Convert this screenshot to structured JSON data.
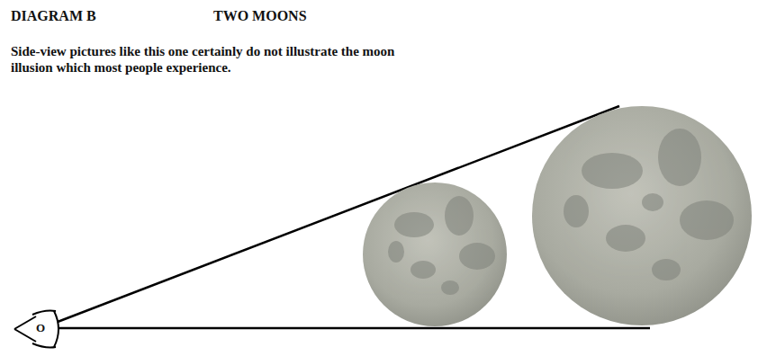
{
  "diagram": {
    "title": "DIAGRAM B",
    "caption": "Side-view pictures like this one certainly do not illustrate the moon illusion which most people experience.",
    "labels": [
      "TWO MOONS",
      "O"
    ]
  }
}
